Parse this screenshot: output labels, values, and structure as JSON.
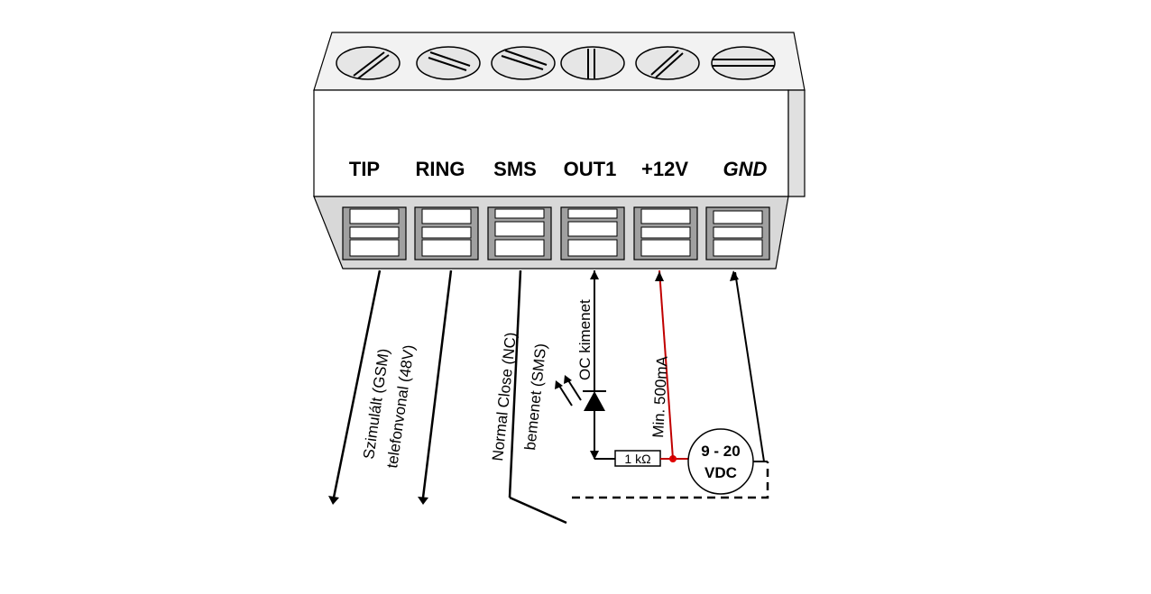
{
  "terminals": [
    {
      "id": "tip",
      "label": "TIP",
      "italic": false
    },
    {
      "id": "ring",
      "label": "RING",
      "italic": false
    },
    {
      "id": "sms",
      "label": "SMS",
      "italic": false
    },
    {
      "id": "out1",
      "label": "OUT1",
      "italic": false
    },
    {
      "id": "plus12v",
      "label": "+12V",
      "italic": false
    },
    {
      "id": "gnd",
      "label": "GND",
      "italic": true
    }
  ],
  "annotations": {
    "phone_line_1": "Szimulált (GSM)",
    "phone_line_2": "telefonvonal (48V)",
    "nc_input_1": "Normal Close (NC)",
    "nc_input_2": "bemenet (SMS)",
    "oc_output": "OC kimenet",
    "min_current": "Min. 500mA",
    "resistor": "1 kΩ",
    "supply_1": "9 - 20",
    "supply_2": "VDC"
  },
  "colors": {
    "line": "#000000",
    "block_top": "#f2f2f2",
    "block_front": "#ffffff",
    "block_side": "#e0e0e0",
    "strip": "#d8d8d8",
    "slot": "#a0a0a0",
    "red_wire": "#c00000",
    "red_dot": "#e00000"
  }
}
